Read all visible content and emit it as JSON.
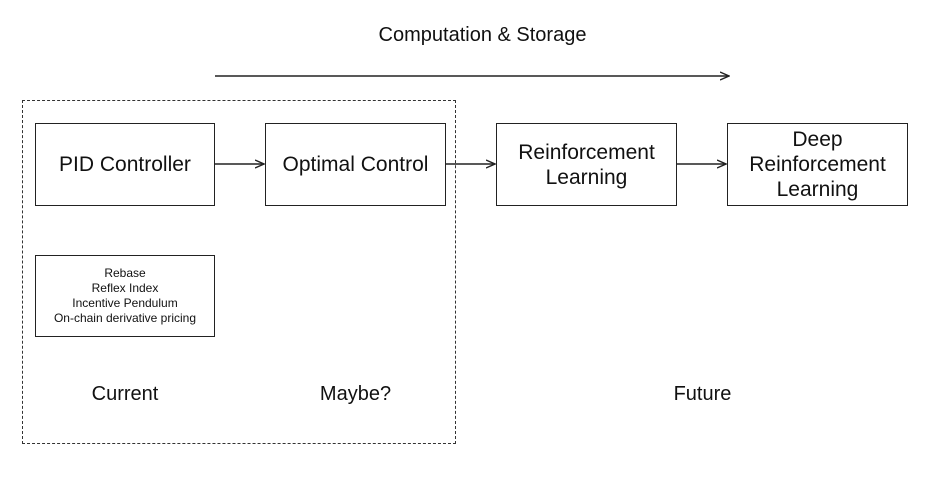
{
  "header": {
    "title": "Computation & Storage"
  },
  "nodes": {
    "pid": "PID Controller",
    "optimal": "Optimal Control",
    "rl": "Reinforcement\nLearning",
    "drl": "Deep\nReinforcement\nLearning"
  },
  "examples": {
    "items": [
      "Rebase",
      "Reflex Index",
      "Incentive Pendulum",
      "On-chain derivative pricing"
    ]
  },
  "labels": {
    "current": "Current",
    "maybe": "Maybe?",
    "future": "Future"
  }
}
